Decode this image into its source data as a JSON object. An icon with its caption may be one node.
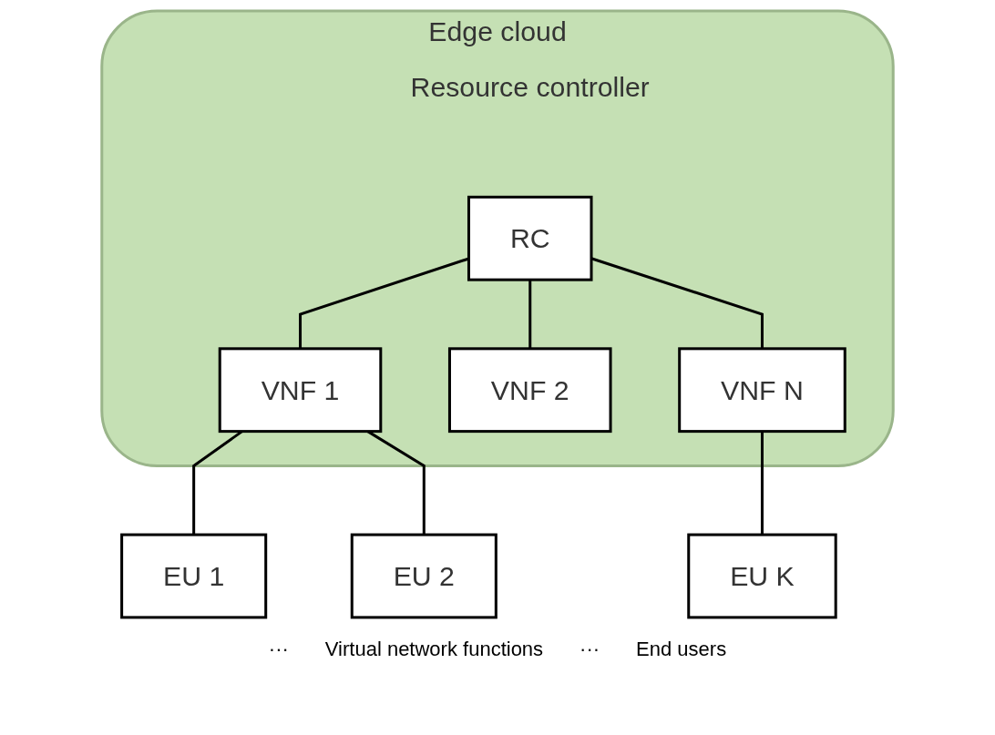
{
  "diagram": {
    "nodes": [
      {
        "text": [
          "Edge cloud"
        ]
      },
      {
        "text": [
          "RC"
        ],
        "in": 0,
        "beside": [
          "Resource controller"
        ]
      },
      {
        "text": [
          "VNF 1"
        ],
        "in": 0
      },
      {
        "text": [
          "VNF 2"
        ],
        "in": 0
      },
      {
        "text": [
          "VNF N"
        ],
        "in": 0
      },
      {
        "text": [
          "EU 1"
        ]
      },
      {
        "text": [
          "EU 2"
        ]
      },
      {
        "text": [
          "EU K"
        ]
      }
    ],
    "edges": [
      {
        "from": 1,
        "to": 2,
        "arrow": "none"
      },
      {
        "from": 1,
        "to": 3,
        "arrow": "none"
      },
      {
        "from": 1,
        "to": 4,
        "arrow": "none"
      },
      {
        "from": 2,
        "to": 5,
        "arrow": "none"
      },
      {
        "from": 2,
        "to": 6,
        "arrow": "none"
      },
      {
        "from": 4,
        "to": 7,
        "arrow": "none"
      }
    ],
    "labels": [
      "···",
      "Virtual network functions",
      "···",
      "End users"
    ]
  }
}
